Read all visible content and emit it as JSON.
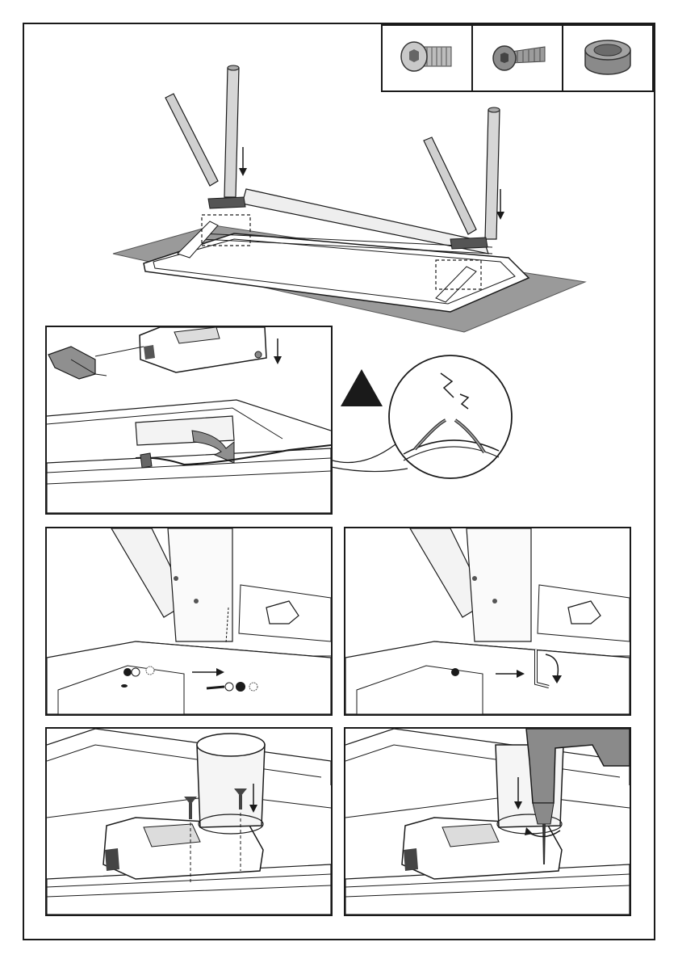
{
  "document": {
    "type": "assembly-instructions",
    "step_count": 6
  },
  "parts": [
    {
      "name": "button-head-bolt",
      "icon": "button-head-bolt-icon"
    },
    {
      "name": "countersunk-bolt",
      "icon": "countersunk-bolt-icon"
    },
    {
      "name": "spacer-ring",
      "icon": "spacer-ring-icon"
    }
  ],
  "warning": {
    "icon": "warning-triangle-icon",
    "symbol": "!"
  },
  "colors": {
    "line": "#1a1a1a",
    "floor": "#9a9a9a",
    "part_gray": "#8e8e8e",
    "light_gray": "#d4d4d4",
    "drill_gray": "#8a8a8a"
  }
}
